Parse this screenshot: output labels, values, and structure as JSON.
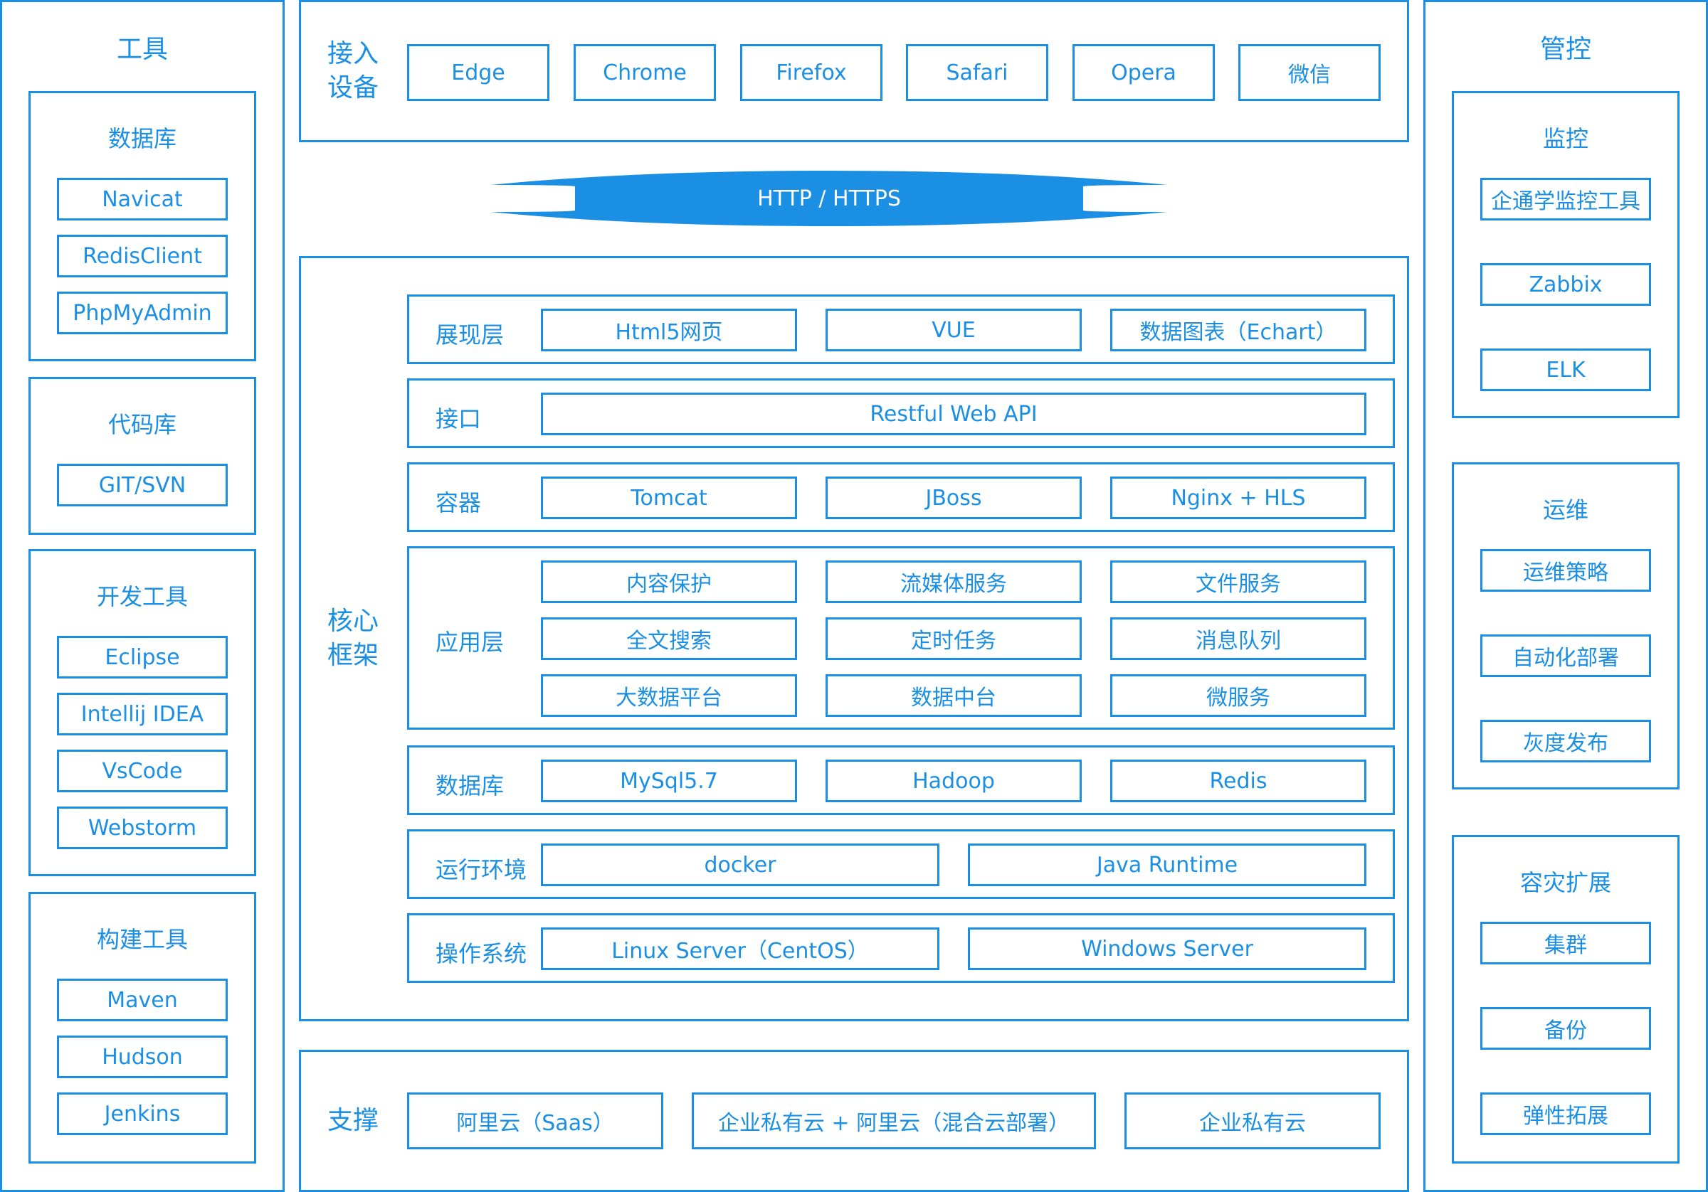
{
  "tools": {
    "title": "工具",
    "groups": [
      {
        "title": "数据库",
        "items": [
          "Navicat",
          "RedisClient",
          "PhpMyAdmin"
        ]
      },
      {
        "title": "代码库",
        "items": [
          "GIT/SVN"
        ]
      },
      {
        "title": "开发工具",
        "items": [
          "Eclipse",
          "Intellij IDEA",
          "VsCode",
          "Webstorm"
        ]
      },
      {
        "title": "构建工具",
        "items": [
          "Maven",
          "Hudson",
          "Jenkins"
        ]
      }
    ]
  },
  "access": {
    "label_line1": "接入",
    "label_line2": "设备",
    "items": [
      "Edge",
      "Chrome",
      "Firefox",
      "Safari",
      "Opera",
      "微信"
    ]
  },
  "protocol": {
    "label": "HTTP / HTTPS"
  },
  "core": {
    "label_line1": "核心",
    "label_line2": "框架",
    "rows": [
      {
        "label": "展现层",
        "items": [
          "Html5网页",
          "VUE",
          "数据图表（Echart）"
        ]
      },
      {
        "label": "接口",
        "items": [
          "Restful Web API"
        ]
      },
      {
        "label": "容器",
        "items": [
          "Tomcat",
          "JBoss",
          "Nginx + HLS"
        ]
      },
      {
        "label": "应用层",
        "items": [
          "内容保护",
          "流媒体服务",
          "文件服务",
          "全文搜索",
          "定时任务",
          "消息队列",
          "大数据平台",
          "数据中台",
          "微服务"
        ]
      },
      {
        "label": "数据库",
        "items": [
          "MySql5.7",
          "Hadoop",
          "Redis"
        ]
      },
      {
        "label": "运行环境",
        "items": [
          "docker",
          "Java Runtime"
        ]
      },
      {
        "label": "操作系统",
        "items": [
          "Linux Server（CentOS）",
          "Windows Server"
        ]
      }
    ]
  },
  "support": {
    "label": "支撑",
    "items": [
      "阿里云（Saas）",
      "企业私有云 + 阿里云（混合云部署）",
      "企业私有云"
    ]
  },
  "control": {
    "title": "管控",
    "groups": [
      {
        "title": "监控",
        "items": [
          "企通学监控工具",
          "Zabbix",
          "ELK"
        ]
      },
      {
        "title": "运维",
        "items": [
          "运维策略",
          "自动化部署",
          "灰度发布"
        ]
      },
      {
        "title": "容灾扩展",
        "items": [
          "集群",
          "备份",
          "弹性拓展"
        ]
      }
    ]
  },
  "colors": {
    "accent": "#1a8fe3",
    "background": "#ffffff"
  }
}
